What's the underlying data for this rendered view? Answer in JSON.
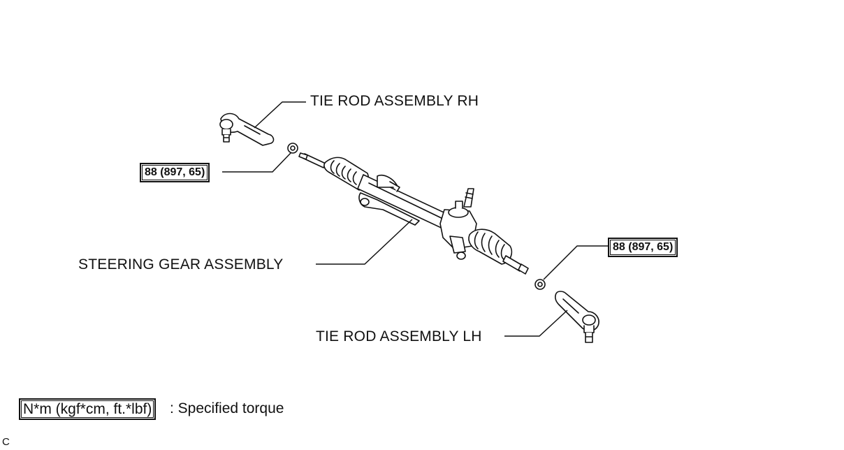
{
  "labels": {
    "tie_rod_rh": "TIE ROD ASSEMBLY RH",
    "tie_rod_lh": "TIE ROD ASSEMBLY LH",
    "steering_gear": "STEERING GEAR ASSEMBLY"
  },
  "torque": {
    "upper": "88 (897, 65)",
    "lower": "88 (897, 65)"
  },
  "legend": {
    "unit_box": "N*m (kgf*cm, ft.*lbf)",
    "description": ": Specified torque"
  },
  "corner_mark": "C"
}
